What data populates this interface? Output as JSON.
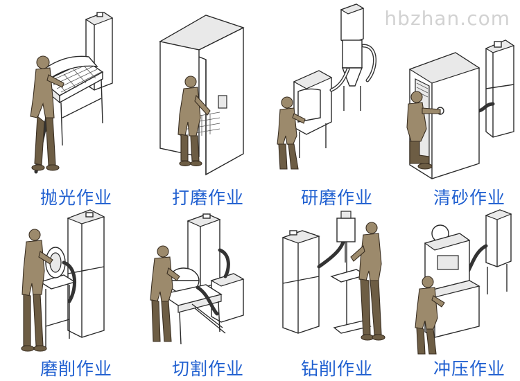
{
  "watermark": "hbzhan.com",
  "panels": [
    {
      "caption": "抛光作业",
      "illustration": "polishing-bench-with-collector"
    },
    {
      "caption": "打磨作业",
      "illustration": "grinding-booth-enclosure"
    },
    {
      "caption": "研磨作业",
      "illustration": "grinding-hood-with-cyclone"
    },
    {
      "caption": "清砂作业",
      "illustration": "sand-cleaning-cabinet"
    },
    {
      "caption": "磨削作业",
      "illustration": "bench-grinder-with-collector"
    },
    {
      "caption": "切割作业",
      "illustration": "cutting-saw-with-collector"
    },
    {
      "caption": "钻削作业",
      "illustration": "drill-press-with-collector"
    },
    {
      "caption": "冲压作业",
      "illustration": "stamping-press-with-collector"
    }
  ]
}
